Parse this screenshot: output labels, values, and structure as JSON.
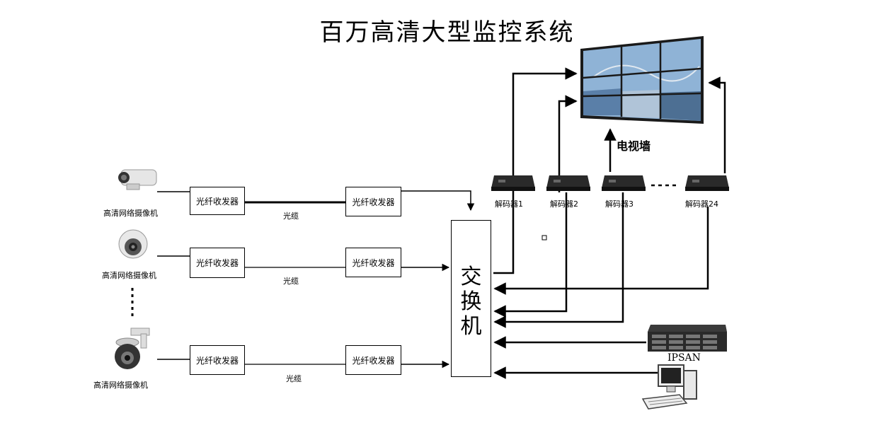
{
  "title": "百万高清大型监控系统",
  "cameras": [
    {
      "label": "高清网络摄像机",
      "icon": "bullet-camera-icon"
    },
    {
      "label": "高清网络摄像机",
      "icon": "dome-camera-icon"
    },
    {
      "label": "高清网络摄像机",
      "icon": "ptz-camera-icon"
    }
  ],
  "transceiver_label": "光纤收发器",
  "cable_label": "光缆",
  "switch_label": "交换机",
  "decoders": [
    "解码器1",
    "解码器2",
    "解码器3",
    "解码器24"
  ],
  "video_wall_label": "电视墙",
  "storage_label": "IPSAN",
  "colors": {
    "line": "#000000",
    "wall_frame": "#1a1a1a",
    "screen_sky": "#8fb3d6"
  }
}
